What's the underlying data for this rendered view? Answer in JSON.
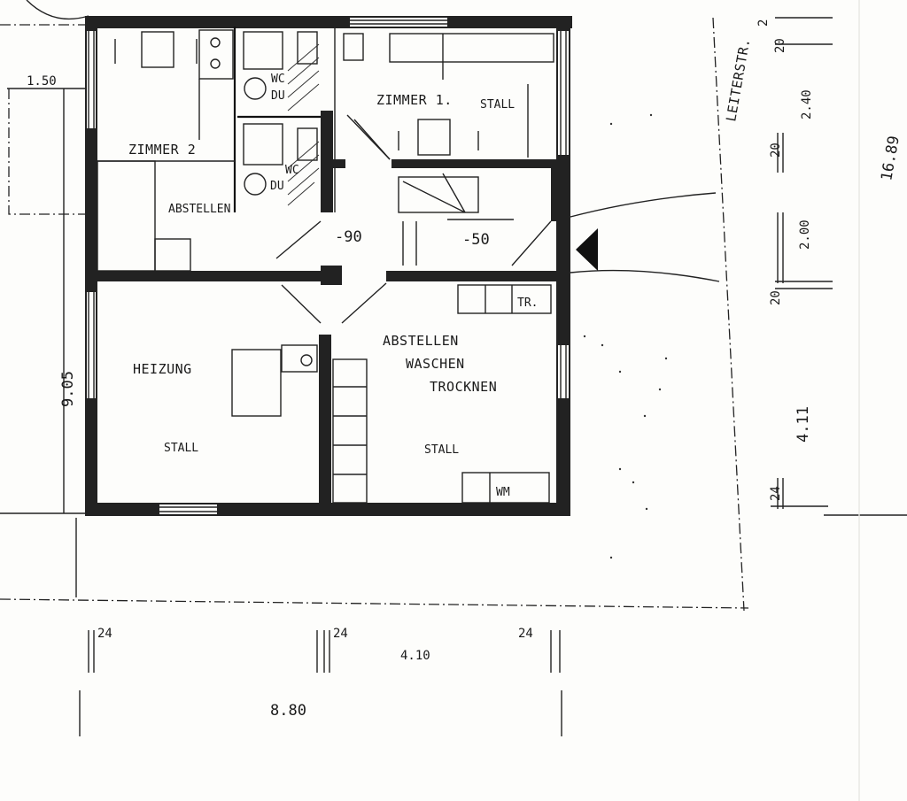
{
  "rooms": {
    "zimmer2": "ZIMMER 2",
    "zimmer1": "ZIMMER 1.",
    "stall_top": "STALL",
    "abstellen_top": "ABSTELLEN",
    "heizung": "HEIZUNG",
    "stall_left": "STALL",
    "abstellen": "ABSTELLEN",
    "waschen": "WASCHEN",
    "trocknen": "TROCKNEN",
    "stall_right": "STALL",
    "wc1": "WC",
    "du1": "DU",
    "wc2": "WC",
    "du2": "DU",
    "tr": "TR.",
    "wm": "WM",
    "street": "LEITERSTR."
  },
  "levels": {
    "left": "-90",
    "right": "-50"
  },
  "dimensions": {
    "top_left": "1.50",
    "left_height": "9.05",
    "right_2": "2",
    "right_20a": "20",
    "right_240": "2.40",
    "right_20b": "20",
    "right_200": "2.00",
    "right_20c": "20",
    "right_411": "4.11",
    "right_24": "24",
    "total_height": "16.89",
    "bottom_24a": "24",
    "bottom_24b": "24",
    "bottom_24c": "24",
    "bottom_410": "4.10",
    "bottom_880": "8.80"
  }
}
